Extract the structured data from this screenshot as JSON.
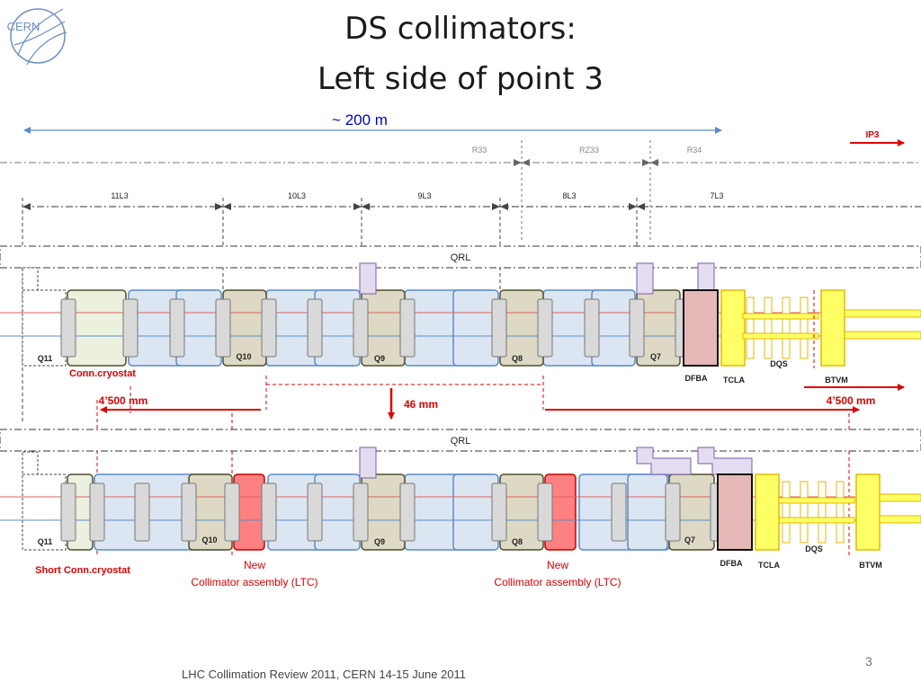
{
  "slide": {
    "title_line1": "DS collimators:",
    "title_line2": "Left side of point 3",
    "footer": "LHC Collimation Review 2011, CERN 14-15 June 2011",
    "page_number": "3",
    "logo_text": "CERN"
  },
  "top_annotations": {
    "distance": "~ 200 m",
    "ip_label": "IP3",
    "regions": [
      "R33",
      "RZ33",
      "R34"
    ],
    "cells": [
      "11L3",
      "10L3",
      "9L3",
      "8L3",
      "7L3"
    ]
  },
  "upper_layout": {
    "qrl_label": "QRL",
    "magnets": [
      "Q11",
      "Q10",
      "Q9",
      "Q8",
      "Q7"
    ],
    "dfba": "DFBA",
    "tcla": "TCLA",
    "dqs": "DQS",
    "btvm": "BTVM",
    "conn_cryostat": "Conn.cryostat",
    "left_shift": "4’500 mm",
    "right_shift": "4’500 mm",
    "offset": "46 mm"
  },
  "lower_layout": {
    "qrl_label": "QRL",
    "magnets": [
      "Q11",
      "Q10",
      "Q9",
      "Q8",
      "Q7"
    ],
    "dfba": "DFBA",
    "tcla": "TCLA",
    "dqs": "DQS",
    "btvm": "BTVM",
    "short_conn": "Short Conn.cryostat",
    "new_label": "New",
    "ltc_label": "Collimator assembly (LTC)"
  },
  "colors": {
    "dipole_fill": "#dce6f2",
    "dipole_stroke": "#5b8cc9",
    "quad_fill": "#ddd9c4",
    "quad_stroke": "#4f4f2f",
    "interconnect": "#d9d9d9",
    "new_collimator": "#ff8080",
    "dfba_fill": "#e6b8b7",
    "yellow": "#ffff66",
    "yellow_stroke": "#e6b800",
    "purple": "#e4dcf0",
    "red_text": "#e00000",
    "blue_text": "#0000cc"
  }
}
